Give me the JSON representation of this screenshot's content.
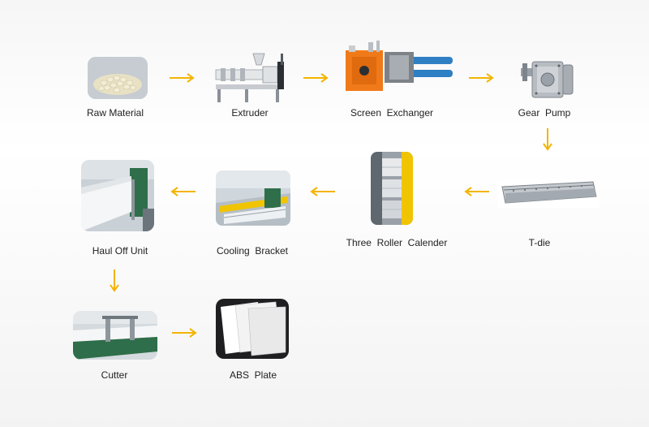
{
  "steps": [
    {
      "label": "Raw Material"
    },
    {
      "label": "Extruder"
    },
    {
      "label": "Screen  Exchanger"
    },
    {
      "label": "Gear  Pump"
    },
    {
      "label": "T-die"
    },
    {
      "label": "Three  Roller  Calender"
    },
    {
      "label": "Cooling  Bracket"
    },
    {
      "label": "Haul Off Unit"
    },
    {
      "label": "Cutter"
    },
    {
      "label": "ABS  Plate"
    }
  ],
  "colors": {
    "arrow": "#f4b400",
    "machine_orange": "#f07a1a",
    "pipe_blue": "#2f7fc4",
    "conveyor_green": "#2e6e4a"
  }
}
